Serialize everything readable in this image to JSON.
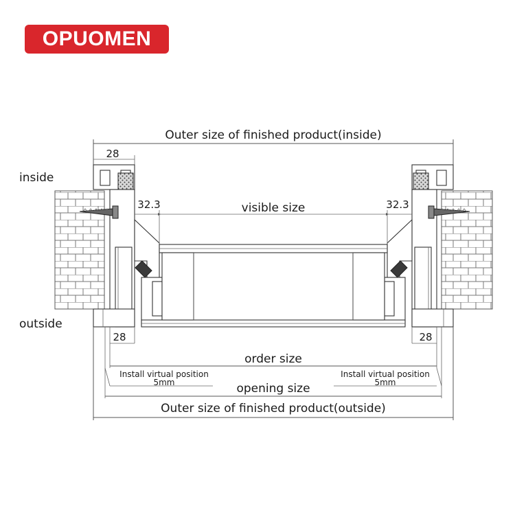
{
  "logo": {
    "text": "OPUOMEN",
    "color": "#d9262c"
  },
  "labels": {
    "inside": "inside",
    "outside": "outside",
    "outer_inside": "Outer size of finished product(inside)",
    "visible_size": "visible size",
    "order_size": "order size",
    "opening_size": "opening size",
    "outer_outside": "Outer size of finished product(outside)",
    "install_left_1": "Install virtual position",
    "install_left_2": "5mm",
    "install_right_1": "Install virtual position",
    "install_right_2": "5mm",
    "dim_28_top": "28",
    "dim_32_left": "32.3",
    "dim_32_right": "32.3",
    "dim_28_bottom_left": "28",
    "dim_28_bottom_right": "28"
  }
}
